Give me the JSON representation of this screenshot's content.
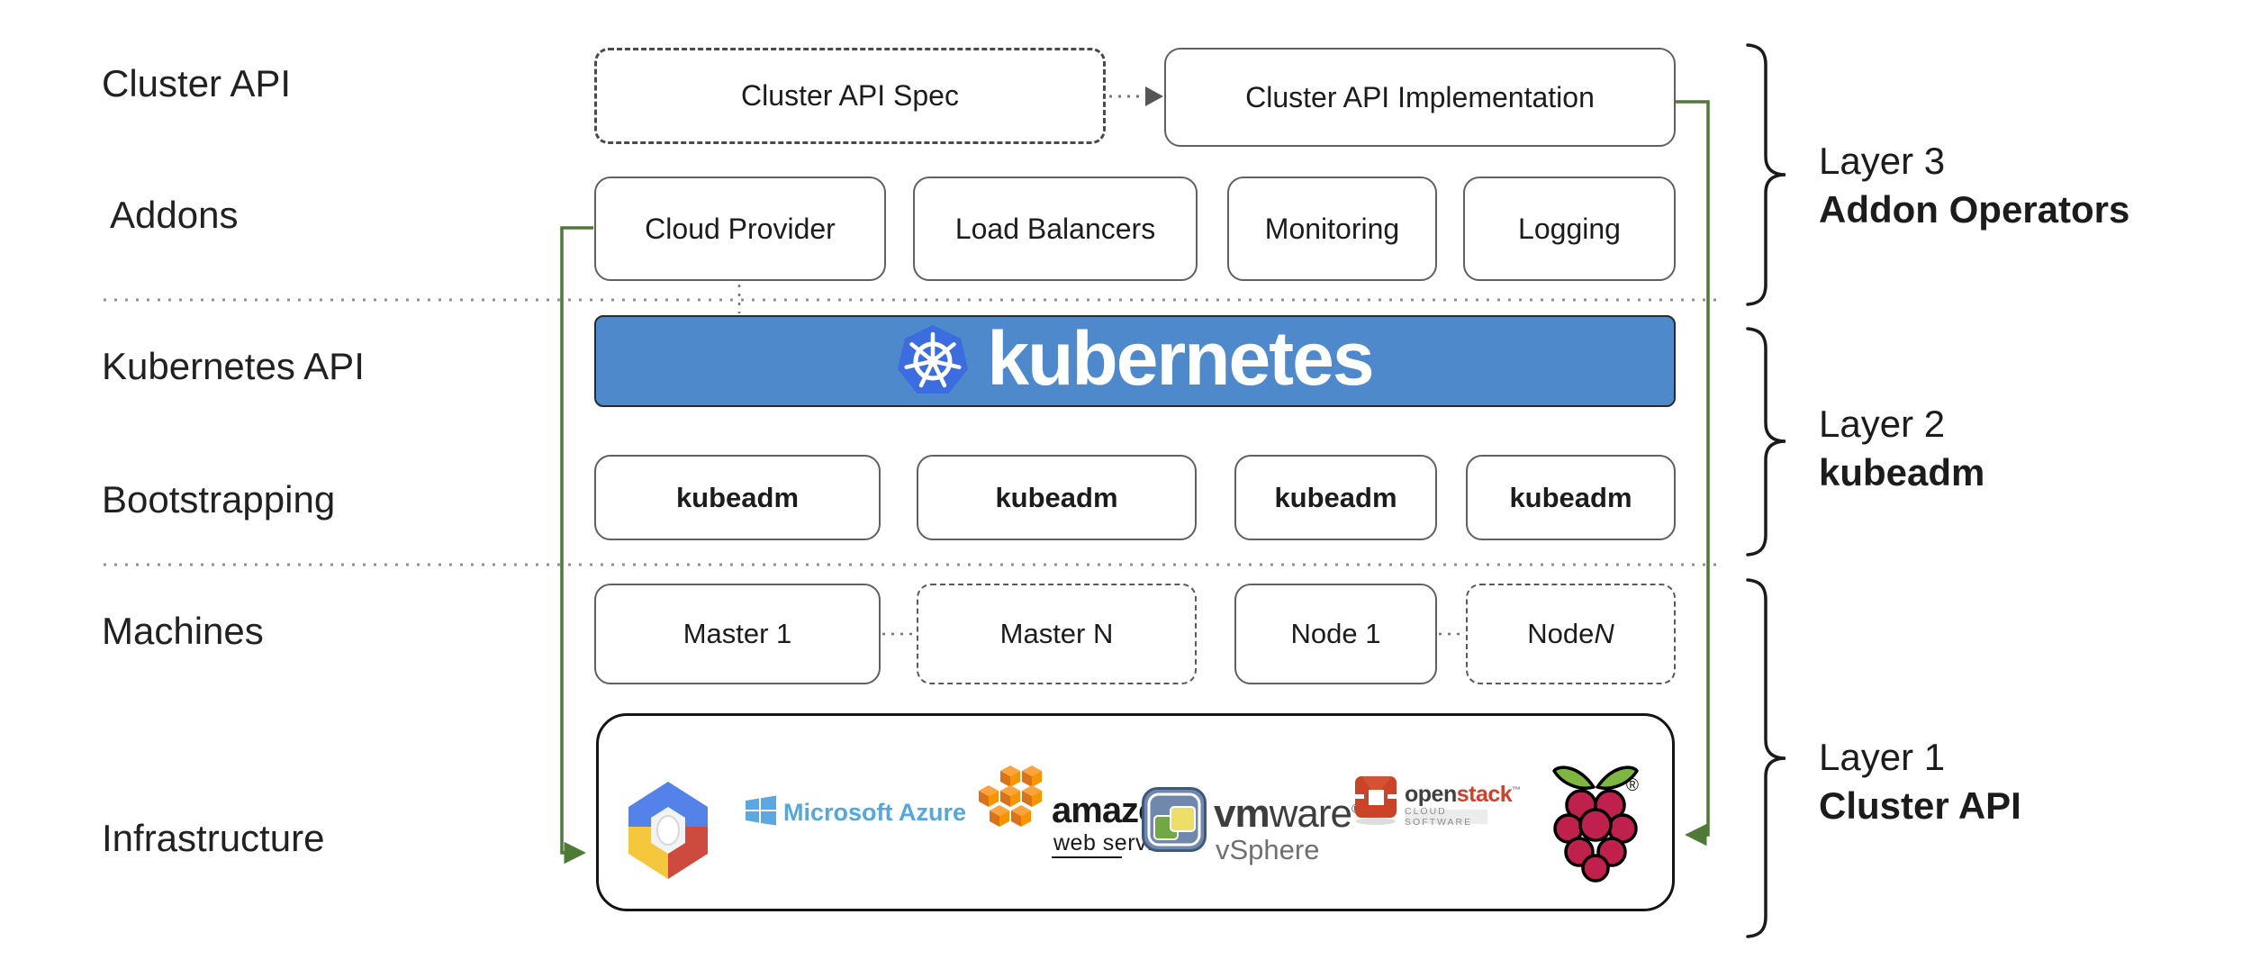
{
  "colors": {
    "accent_green": "#4E7A35",
    "banner_blue": "#4E8ACB",
    "k8s_logo_blue": "#3B6CE0",
    "box_border_gray": "#606060",
    "text": "#1F1F1F"
  },
  "row_labels": {
    "cluster_api": "Cluster API",
    "addons": "Addons",
    "kubernetes_api": "Kubernetes API",
    "bootstrapping": "Bootstrapping",
    "machines": "Machines",
    "infrastructure": "Infrastructure"
  },
  "top_row": {
    "spec": "Cluster API Spec",
    "implementation": "Cluster API Implementation"
  },
  "addons": {
    "items": [
      {
        "label": "Cloud Provider"
      },
      {
        "label": "Load Balancers"
      },
      {
        "label": "Monitoring"
      },
      {
        "label": "Logging"
      }
    ]
  },
  "banner": {
    "wordmark": "kubernetes"
  },
  "bootstrapping": {
    "items": [
      "kubeadm",
      "kubeadm",
      "kubeadm",
      "kubeadm"
    ]
  },
  "machines": {
    "items": [
      {
        "label": "Master 1"
      },
      {
        "label": "Master N"
      },
      {
        "label": "Node 1"
      },
      {
        "label": "Node ",
        "suffix": "N"
      }
    ]
  },
  "infrastructure": {
    "azure": {
      "name": "Microsoft Azure"
    },
    "aws": {
      "name": "amazon",
      "sub": "web services"
    },
    "vmware": {
      "vm": "vm",
      "ware": "ware",
      "reg": "®",
      "sub": "vSphere"
    },
    "openstack": {
      "open": "open",
      "stack": "stack",
      "tm": "™",
      "sub": "CLOUD SOFTWARE"
    },
    "raspberry_pi": {
      "reg": "®"
    }
  },
  "layers": {
    "items": [
      {
        "title": "Layer 3",
        "subtitle": "Addon Operators"
      },
      {
        "title": "Layer 2",
        "subtitle": "kubeadm"
      },
      {
        "title": "Layer 1",
        "subtitle": "Cluster API"
      }
    ]
  }
}
